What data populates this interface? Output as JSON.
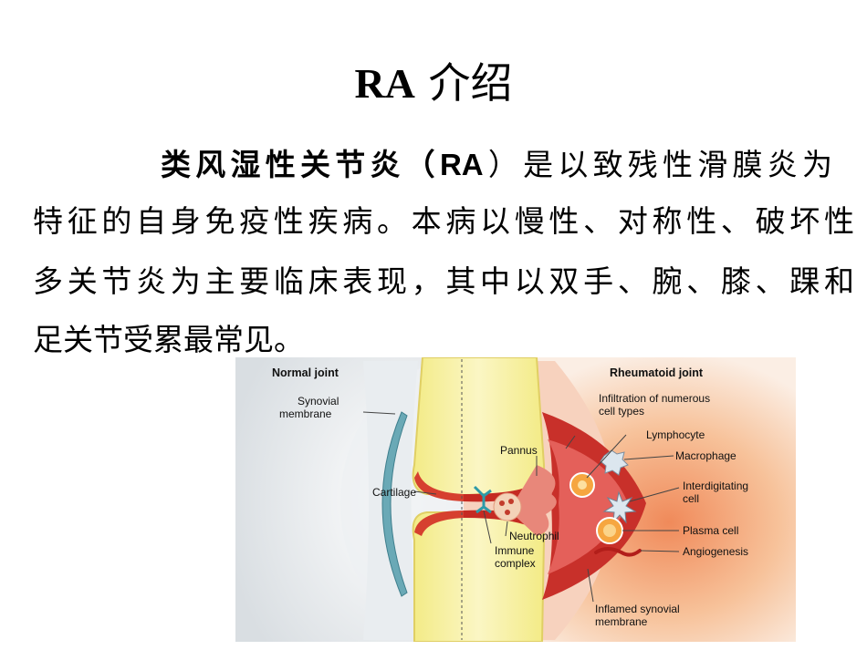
{
  "slide": {
    "title_latin": "RA",
    "title_cjk": "介绍",
    "paragraph": {
      "line1_bold": "类风湿性关节炎（",
      "line1_abbr": "RA",
      "line1_rest": "）是以致残性滑膜炎为",
      "line2": "特征的自身免疫性疾病。本病以慢性、对称性、破坏性",
      "line3": "多关节炎为主要临床表现，其中以双手、腕、膝、踝和",
      "line4": "足关节受累最常见。"
    }
  },
  "figure": {
    "heading_left": "Normal joint",
    "heading_right": "Rheumatoid joint",
    "labels": {
      "synovial_membrane_1": "Synovial",
      "synovial_membrane_2": "membrane",
      "cartilage": "Cartilage",
      "pannus": "Pannus",
      "neutrophil": "Neutrophil",
      "immune_complex_1": "Immune",
      "immune_complex_2": "complex",
      "infiltration_1": "Infiltration of numerous",
      "infiltration_2": "cell types",
      "lymphocyte": "Lymphocyte",
      "macrophage": "Macrophage",
      "interdigitating_1": "Interdigitating",
      "interdigitating_2": "cell",
      "plasma_cell": "Plasma cell",
      "angiogenesis": "Angiogenesis",
      "inflamed_1": "Inflamed synovial",
      "inflamed_2": "membrane"
    },
    "colors": {
      "bone": "#f6ef9a",
      "bone_edge": "#e4d46a",
      "inflamed": "#c8302a",
      "synovium_normal": "#8fc4cf",
      "glow": "#f4b07f"
    }
  }
}
